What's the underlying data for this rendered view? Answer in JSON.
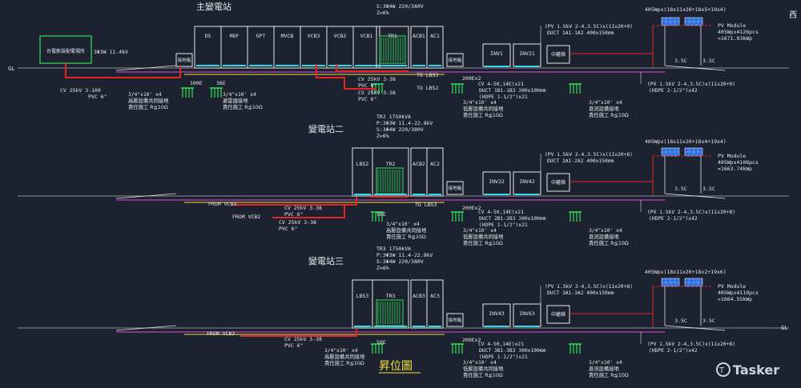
{
  "drawing_title": "昇位圖",
  "ground_label": "GL",
  "corner_glyph": "西",
  "watermark": "Tasker",
  "utility": {
    "name": "台電新設配電場所",
    "supply": "3Φ3W 11.4kV"
  },
  "colors": {
    "bg": "#1d2230",
    "yellow": "#f2e33a",
    "green": "#34e05a",
    "red": "#e52424",
    "magenta": "#e04fd8",
    "white": "#e8e8e8",
    "cyan": "#36d7e6",
    "blue_panel": "#2e6fe0",
    "ground": "#8a8f99"
  },
  "stations": [
    {
      "title": "主變電站",
      "tr_info": [
        "S:3Φ4W 220/380V",
        "Z=6%"
      ],
      "panels": [
        "DS",
        "MOF",
        "GPT",
        "MVCB",
        "VCB3",
        "VCB2",
        "VCB1",
        "TR1",
        "ACB1",
        "AC1"
      ],
      "junction": "接地箱",
      "inverters": [
        "INV1",
        "INV21"
      ],
      "relay_box": "中繼箱",
      "pv": {
        "array": "405Wpx(18x11x20+18x5+19x4)",
        "module": "PV Module",
        "qty": "405Wpx4126pcs",
        "total": "=1671.03kWp"
      },
      "cable_dc_top": "(PV 1.5kV 2-4,3.5C)x(11x20+9)",
      "duct_top": "DUCT 1A1-1A2 400x150mm",
      "cable_dc_bottom": "(PV 1.5kV 2-4,3.5C)x(11x20+9)",
      "hdpe_bottom": "(HDPE 2-1/2\")x42",
      "cable_ac": "CV 4-50,14E)x21",
      "duct_ac": "DUCT 1B1-1B3 300x100mm",
      "hdpe_ac": "(HDPE 1-1/2\")x21",
      "lbs_out": [
        "TO LBS3",
        "TO LBS2"
      ],
      "hv_cables": [
        "CV 25kV 3-38",
        "PVC 6\"",
        "CV 25kV 3-38",
        "PVC 6\""
      ],
      "incoming_cable": [
        "CV 25kV 3-100",
        "PVC 6\""
      ],
      "ground_tags": [
        "100E",
        "38E",
        "200Ex2"
      ],
      "ground_notes": [
        "3/4\"x10' x4",
        "高壓設備共同接地",
        "責任施工 R≦10Ω"
      ],
      "ground_notes_b": [
        "3/4\"x10' x4",
        "避雷器接地",
        "責任施工 R≦10Ω"
      ],
      "ground_notes_c": [
        "3/4\"x10' x4",
        "低壓設備共同接地",
        "責任施工 R≦10Ω"
      ],
      "ground_notes_d": [
        "3/4\"x10' x4",
        "直流設備接地",
        "責任施工 R≦10Ω"
      ],
      "span_label": "3.5C"
    },
    {
      "title": "變電站二",
      "tr_info": [
        "TR2 1750kVA",
        "P:3Φ3W 11.4-22.8kV",
        "S:3Φ4W 220/380V",
        "Z=6%"
      ],
      "panels": [
        "LBS2",
        "TR2",
        "ACB2",
        "AC2"
      ],
      "junction": "接地箱",
      "inverters": [
        "INV22",
        "INV42"
      ],
      "relay_box": "中繼箱",
      "pv": {
        "array": "405Wpx(18x11x20+18x4+19x4)",
        "module": "PV Module",
        "qty": "405Wpx4108pcs",
        "total": "=1663.74kWp"
      },
      "cable_dc_top": "(PV 1.5kV 2-4,3.5C)x(11x20+8)",
      "duct_top": "DUCT 2A1-2A2 400x150mm",
      "cable_dc_bottom": "(PV 1.5kV 2-4,3.5C)x(11x20+8)",
      "hdpe_bottom": "(HDPE 2-1/2\")x42",
      "cable_ac": "CV 4-50,14E)x21",
      "duct_ac": "DUCT 2B1-2B3 300x100mm",
      "hdpe_ac": "(HDPE 1-1/2\")x21",
      "lbs_out": [
        "TO LBS3"
      ],
      "from_labels": [
        "FROM VCB3",
        "FROM VCB2"
      ],
      "hv_cables": [
        "CV 25kV 3-38",
        "PVC 6\"",
        "CV 25kV 3-38",
        "PVC 6\""
      ],
      "ground_tags": [
        "50E",
        "200Ex2"
      ],
      "ground_notes": [
        "3/4\"x10' x4",
        "高壓設備共同接地",
        "責任施工 R≦10Ω"
      ],
      "ground_notes_c": [
        "3/4\"x10' x4",
        "低壓設備共同接地",
        "責任施工 R≦10Ω"
      ],
      "ground_notes_d": [
        "3/4\"x10' x4",
        "直流設備接地",
        "責任施工 R≦10Ω"
      ],
      "span_label": "3.5C"
    },
    {
      "title": "變電站三",
      "tr_info": [
        "TR3 1750kVA",
        "P:3Φ3W 11.4-22.8kV",
        "S:3Φ4W 220/380V",
        "Z=6%"
      ],
      "panels": [
        "LBS3",
        "TR3",
        "ACB3",
        "AC3"
      ],
      "junction": "接地箱",
      "inverters": [
        "INV43",
        "INV63"
      ],
      "relay_box": "中繼箱",
      "pv": {
        "array": "405Wpx(18x11x20+18x2+19x6)",
        "module": "PV Module",
        "qty": "405Wpx4110pcs",
        "total": "=1664.55kWp"
      },
      "cable_dc_top": "(PV 1.5kV 2-4,3.5C)x(11x20+8)",
      "duct_top": "DUCT 3A1-3A2 400x150mm",
      "cable_dc_bottom": "(PV 1.5kV 2-4,3.5C)x(11x20+8)",
      "hdpe_bottom": "(HDPE 2-1/2\")x42",
      "cable_ac": "CV 4-50,14E)x21",
      "duct_ac": "DUCT 3B1-3B3 300x100mm",
      "hdpe_ac": "(HDPE 1-1/2\")x21",
      "from_labels": [
        "FROM VCB3"
      ],
      "hv_cables": [
        "CV 25kV 3-38",
        "PVC 6\""
      ],
      "ground_tags": [
        "50E",
        "200Ex2"
      ],
      "ground_notes": [
        "3/4\"x10' x4",
        "高壓設備共同接地",
        "責任施工 R≦10Ω"
      ],
      "ground_notes_c": [
        "3/4\"x10' x4",
        "低壓設備共同接地",
        "責任施工 R≦10Ω"
      ],
      "ground_notes_d": [
        "3/4\"x10' x4",
        "直流設備接地",
        "責任施工 R≦10Ω"
      ],
      "span_label": "3.5C"
    }
  ]
}
